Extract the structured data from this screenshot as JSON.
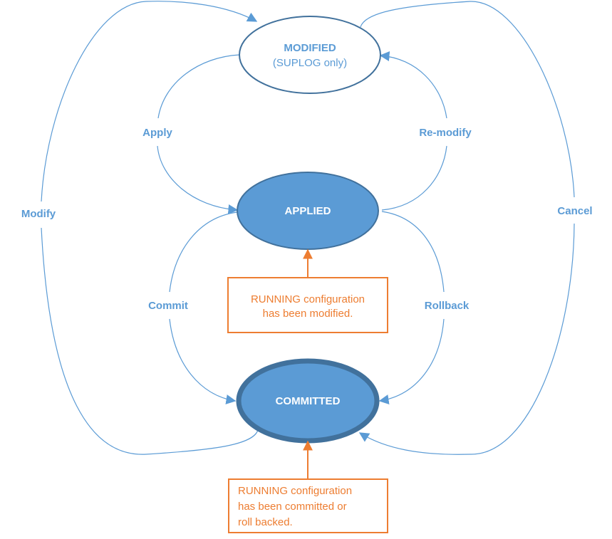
{
  "diagram": {
    "type": "state-transition",
    "colors": {
      "accent_blue": "#5b9bd5",
      "state_border": "#41719c",
      "state_fill": "#5b9bd5",
      "state_text_on_fill": "#ffffff",
      "note_orange": "#ed7d31",
      "background": "#ffffff"
    },
    "states": [
      {
        "id": "modified",
        "label": "MODIFIED",
        "sublabel": "(SUPLOG only)",
        "style": "outline"
      },
      {
        "id": "applied",
        "label": "APPLIED",
        "style": "filled"
      },
      {
        "id": "committed",
        "label": "COMMITTED",
        "style": "filled-thick-border"
      }
    ],
    "transitions": [
      {
        "id": "apply",
        "label": "Apply",
        "from": "modified",
        "to": "applied"
      },
      {
        "id": "remodify",
        "label": "Re-modify",
        "from": "applied",
        "to": "modified"
      },
      {
        "id": "commit",
        "label": "Commit",
        "from": "applied",
        "to": "committed"
      },
      {
        "id": "rollback",
        "label": "Rollback",
        "from": "applied",
        "to": "committed"
      },
      {
        "id": "modify",
        "label": "Modify",
        "from": "committed",
        "to": "modified"
      },
      {
        "id": "cancel",
        "label": "Cancel",
        "from": "modified",
        "to": "committed"
      }
    ],
    "notes": [
      {
        "id": "note-applied",
        "target": "applied",
        "lines": [
          "RUNNING configuration",
          "has been modified."
        ]
      },
      {
        "id": "note-committed",
        "target": "committed",
        "lines": [
          "RUNNING configuration",
          "has been committed or",
          "roll backed."
        ]
      }
    ]
  }
}
